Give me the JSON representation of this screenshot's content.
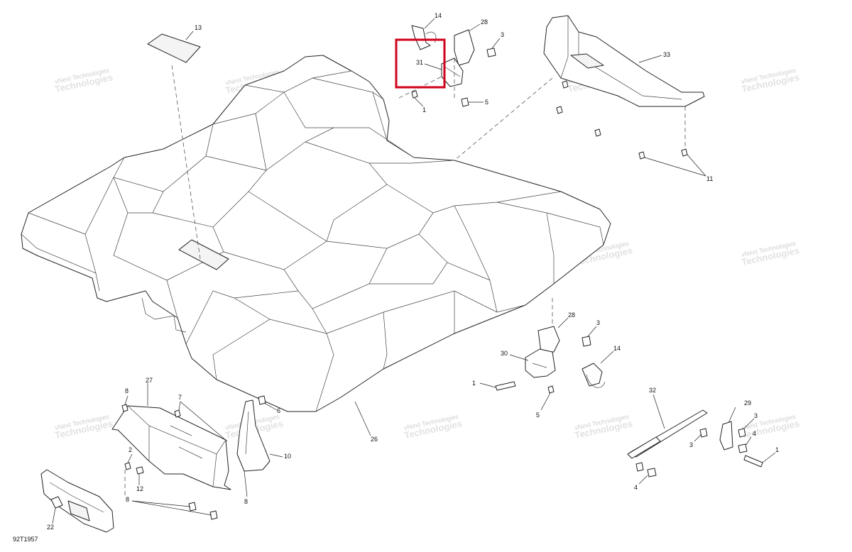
{
  "reference_code": "92T1957",
  "watermark_lines": [
    "vNext Technologies",
    "Technologies"
  ],
  "callouts": [
    {
      "id": "c13",
      "text": "13"
    },
    {
      "id": "c14a",
      "text": "14"
    },
    {
      "id": "c28a",
      "text": "28"
    },
    {
      "id": "c3a",
      "text": "3"
    },
    {
      "id": "c31",
      "text": "31"
    },
    {
      "id": "c1a",
      "text": "1"
    },
    {
      "id": "c5a",
      "text": "5"
    },
    {
      "id": "c33",
      "text": "33"
    },
    {
      "id": "c11",
      "text": "11"
    },
    {
      "id": "c28b",
      "text": "28"
    },
    {
      "id": "c3b",
      "text": "3"
    },
    {
      "id": "c30",
      "text": "30"
    },
    {
      "id": "c14b",
      "text": "14"
    },
    {
      "id": "c1b",
      "text": "1"
    },
    {
      "id": "c5b",
      "text": "5"
    },
    {
      "id": "c26",
      "text": "26"
    },
    {
      "id": "c32",
      "text": "32"
    },
    {
      "id": "c29",
      "text": "29"
    },
    {
      "id": "c3c",
      "text": "3"
    },
    {
      "id": "c3d",
      "text": "3"
    },
    {
      "id": "c4a",
      "text": "4"
    },
    {
      "id": "c4b",
      "text": "4"
    },
    {
      "id": "c1c",
      "text": "1"
    },
    {
      "id": "c27",
      "text": "27"
    },
    {
      "id": "c8a",
      "text": "8"
    },
    {
      "id": "c7",
      "text": "7"
    },
    {
      "id": "c6",
      "text": "6"
    },
    {
      "id": "c10",
      "text": "10"
    },
    {
      "id": "c2",
      "text": "2"
    },
    {
      "id": "c12",
      "text": "12"
    },
    {
      "id": "c8b",
      "text": "8"
    },
    {
      "id": "c8c",
      "text": "8"
    },
    {
      "id": "c22",
      "text": "22"
    }
  ],
  "highlight": {
    "target": "31",
    "color": "#d0021b"
  }
}
